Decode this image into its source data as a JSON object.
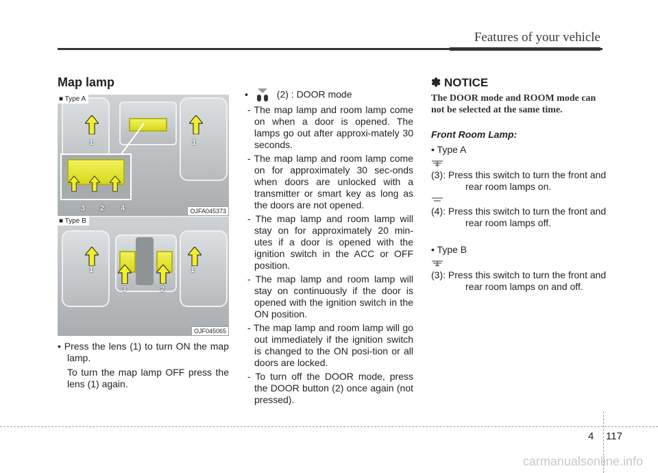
{
  "header": {
    "section": "Features of your vehicle"
  },
  "title": "Map lamp",
  "figures": [
    {
      "type_label": "■ Type A",
      "code": "OJFA045373",
      "numbers": [
        "1",
        "1",
        "3",
        "2",
        "4"
      ]
    },
    {
      "type_label": "■ Type B",
      "code": "OJF045065",
      "numbers": [
        "1",
        "1",
        "3",
        "2"
      ]
    }
  ],
  "left_text": {
    "bullet": "Press the lens (1) to turn ON the map lamp.",
    "para": "To turn the map lamp OFF press the lens (1) again."
  },
  "middle": {
    "bullet": "(2) : DOOR mode",
    "dashes": [
      "- The map lamp and room lamp come on when a door is opened. The lamps go out after approxi-mately 30 seconds.",
      "- The map lamp and room lamp come on for approximately 30 sec-onds when doors are unlocked with a transmitter or smart key as long as the doors are not opened.",
      "- The map lamp and room lamp will stay on for approximately 20 min-utes if a door is opened with the ignition switch in the ACC or OFF position.",
      "- The map lamp and room lamp will stay on continuously if the door is opened with the ignition switch in the ON position.",
      "- The map lamp and room lamp will go out immediately if the ignition switch is changed to the ON posi-tion or all doors are locked.",
      "- To turn off the DOOR mode, press the DOOR button (2) once again (not pressed)."
    ]
  },
  "notice": {
    "title": "✽ NOTICE",
    "text": "The DOOR mode and ROOM mode can not be selected at the same time.",
    "subheading": "Front Room Lamp:",
    "type_a": "• Type A",
    "a1": "(3): Press this switch to turn the front and rear room lamps on.",
    "a2": "(4): Press this switch to turn the front and rear room lamps off.",
    "type_b": "• Type B",
    "b1": "(3): Press this switch to turn the front and rear room lamps on and off."
  },
  "footer": {
    "chapter": "4",
    "page": "117",
    "watermark": "carmanualsonline.info"
  }
}
